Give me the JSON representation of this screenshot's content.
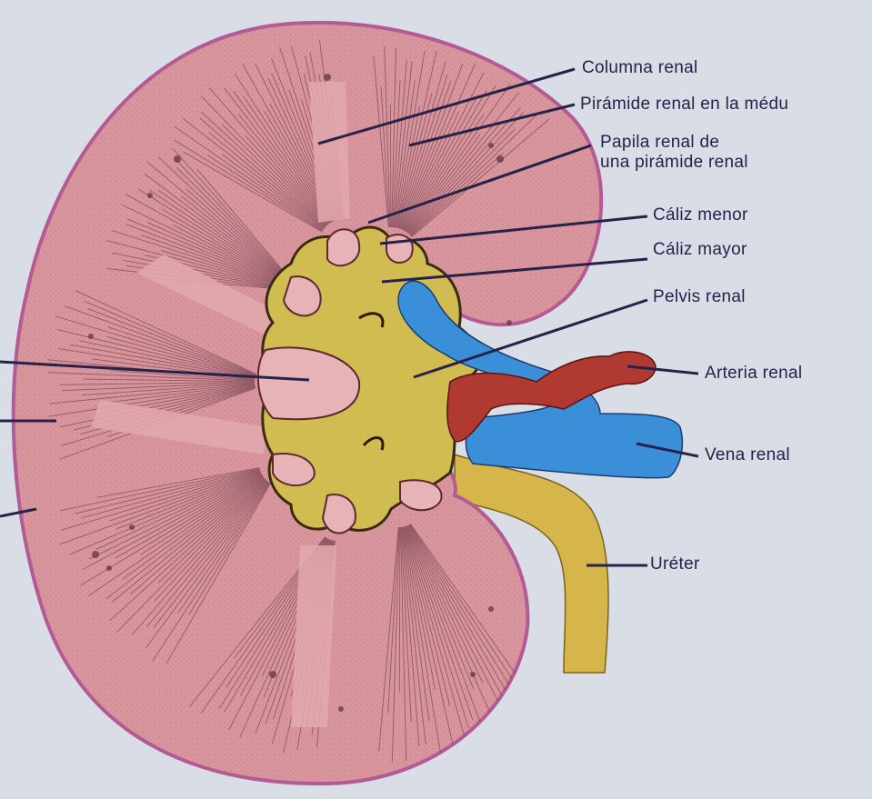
{
  "figure": {
    "background_color": "#d9dde6",
    "colors": {
      "kidney": "#d8959c",
      "kidney_outline": "#b45a96",
      "medulla_stripes": "#6e3c4a",
      "pelvis": "#d1bc52",
      "artery": "#b03a32",
      "vein": "#3b8ed8",
      "ureter": "#d6b64a",
      "leader_lines": "#26224a"
    }
  },
  "labels": {
    "columna_renal": "Columna renal",
    "piramide_renal": "Pirámide renal en la médu",
    "papila_renal_line1": "Papila renal de",
    "papila_renal_line2": "una pirámide renal",
    "caliz_menor": "Cáliz menor",
    "caliz_mayor": "Cáliz mayor",
    "pelvis_renal": "Pelvis renal",
    "arteria_renal": "Arteria renal",
    "vena_renal": "Vena renal",
    "ureter": "Uréter"
  }
}
